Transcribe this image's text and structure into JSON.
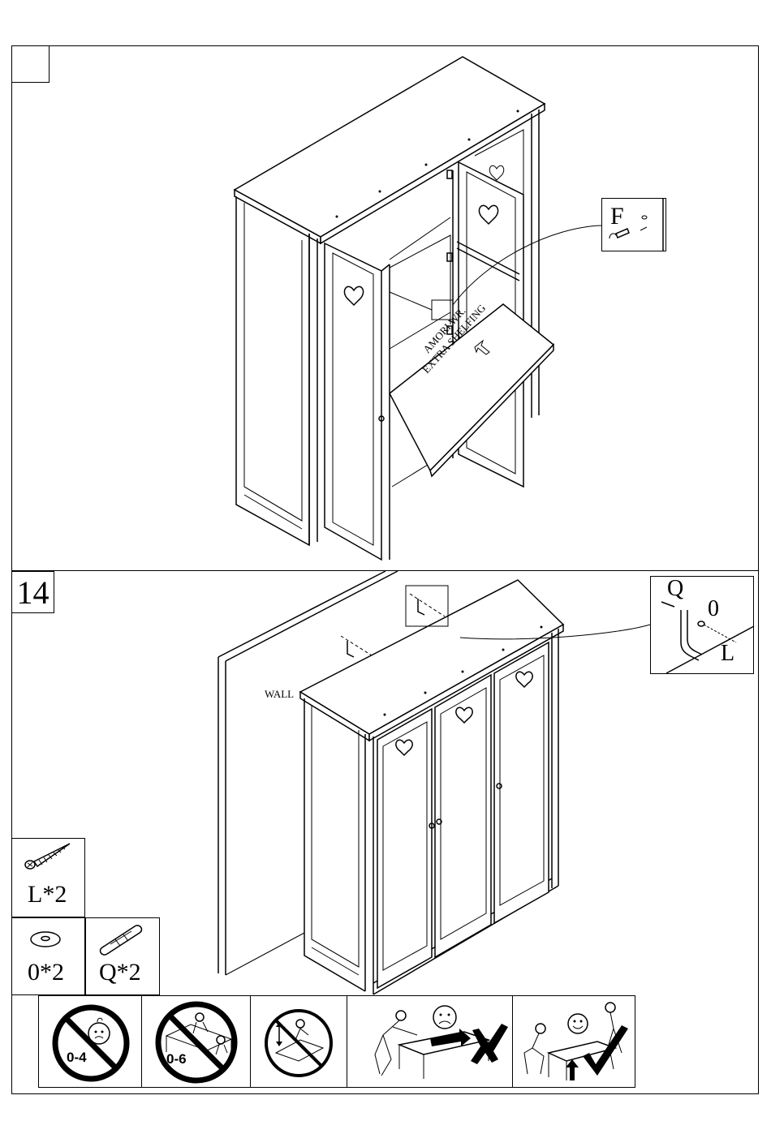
{
  "step13": {
    "number": ""
  },
  "step13_callout": {
    "label": "F"
  },
  "step13_board": {
    "line1": "AMORI WR.",
    "line2": "EXTRA SHELFING"
  },
  "step14": {
    "number": "14"
  },
  "step14_callout": {
    "q": "Q",
    "o": "0",
    "l": "L"
  },
  "wall_label": "WALL",
  "parts": [
    {
      "label": "L*2",
      "icon": "screw-icon"
    },
    {
      "label": "0*2",
      "icon": "washer-icon"
    },
    {
      "label": "Q*2",
      "icon": "wall-plug-icon"
    }
  ],
  "warnings": [
    {
      "icon": "no-babies-icon",
      "age": "0-4"
    },
    {
      "icon": "no-children-icon",
      "age": "0-6"
    },
    {
      "icon": "no-climbing-icon"
    },
    {
      "icon": "wrong-lifting-icon"
    },
    {
      "icon": "correct-lifting-icon"
    }
  ]
}
